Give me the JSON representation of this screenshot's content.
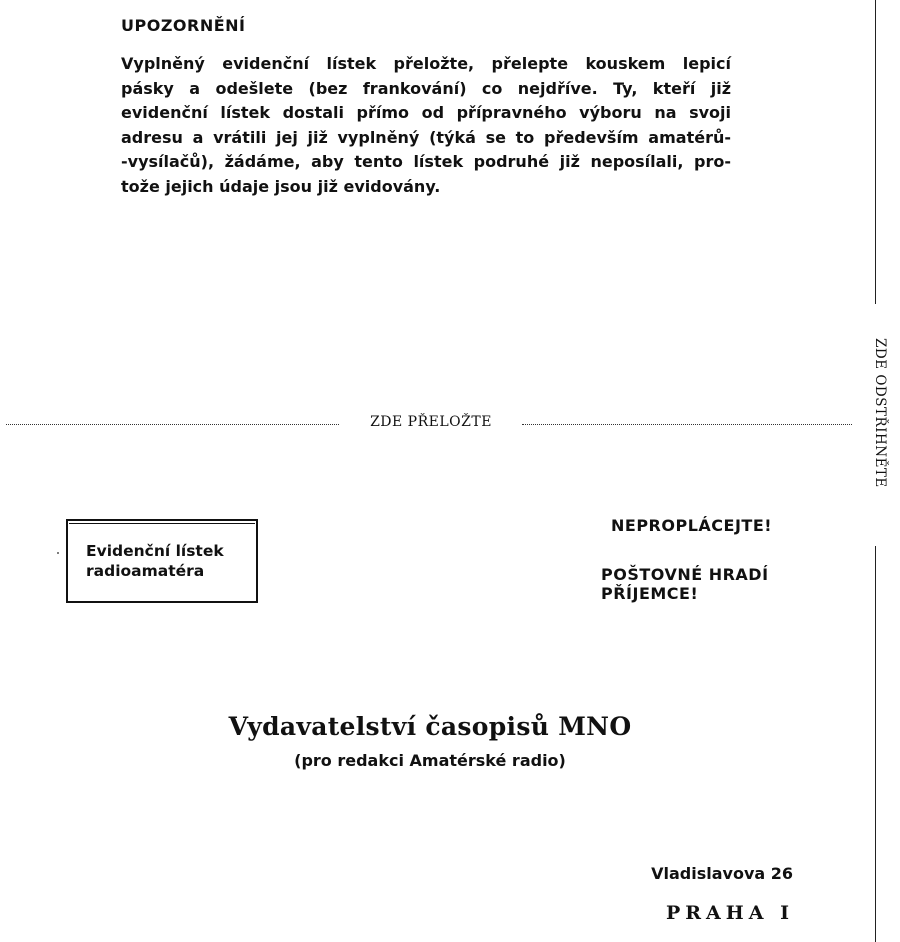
{
  "notice": {
    "title": "UPOZORNĚNÍ",
    "lines": [
      "Vyplněný evidenční lístek přeložte, přelepte kouskem lepicí",
      "pásky a odešlete (bez frankování) co nejdříve. Ty, kteří již",
      "evidenční lístek dostali přímo od přípravného výboru na svoji",
      "adresu a vrátili jej již vyplněný (týká se to především amatérů-",
      "-vysílačů), žádáme, aby tento lístek podruhé již neposílali, pro-",
      "tože jejich údaje jsou již evidovány."
    ]
  },
  "fold_label": "ZDE PŘELOŽTE",
  "cut_label": "ZDE ODSTŘIHNĚTE",
  "card_box": {
    "line1": "Evidenční lístek",
    "line2": "radioamatéra"
  },
  "postage": {
    "warning": "NEPROPLÁCEJTE!",
    "paid_line1": "POŠTOVNÉ HRADÍ",
    "paid_line2": "PŘÍJEMCE!"
  },
  "address": {
    "publisher": "Vydavatelství časopisů MNO",
    "subtitle": "(pro redakci Amatérské radio)",
    "street": "Vladislavova 26",
    "city": "PRAHA I"
  }
}
